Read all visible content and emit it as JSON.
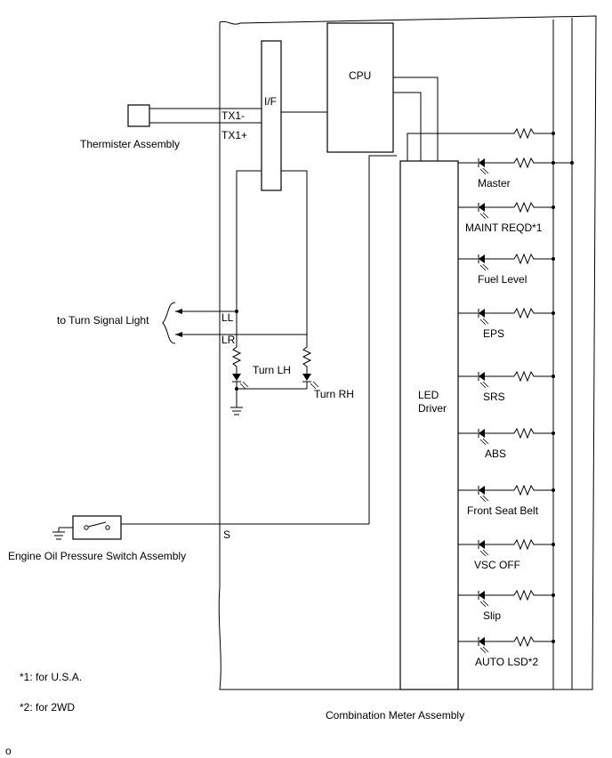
{
  "labels": {
    "thermister": "Thermister Assembly",
    "tx1_minus": "TX1-",
    "tx1_plus": "TX1+",
    "if_block": "I/F",
    "cpu": "CPU",
    "led_driver_line1": "LED",
    "led_driver_line2": "Driver",
    "turn_signal": "to Turn Signal Light",
    "ll": "LL",
    "lr": "LR",
    "turn_lh": "Turn LH",
    "turn_rh": "Turn RH",
    "s_terminal": "S",
    "oil_switch": "Engine Oil Pressure Switch Assembly",
    "combination_meter": "Combination Meter Assembly",
    "note1": "*1: for U.S.A.",
    "note2": "*2: for 2WD",
    "corner_mark": "o"
  },
  "indicators": [
    {
      "label": "Master"
    },
    {
      "label": "MAINT REQD*1"
    },
    {
      "label": "Fuel Level"
    },
    {
      "label": "EPS"
    },
    {
      "label": "SRS"
    },
    {
      "label": "ABS"
    },
    {
      "label": "Front Seat Belt"
    },
    {
      "label": "VSC OFF"
    },
    {
      "label": "Slip"
    },
    {
      "label": "AUTO LSD*2"
    }
  ]
}
